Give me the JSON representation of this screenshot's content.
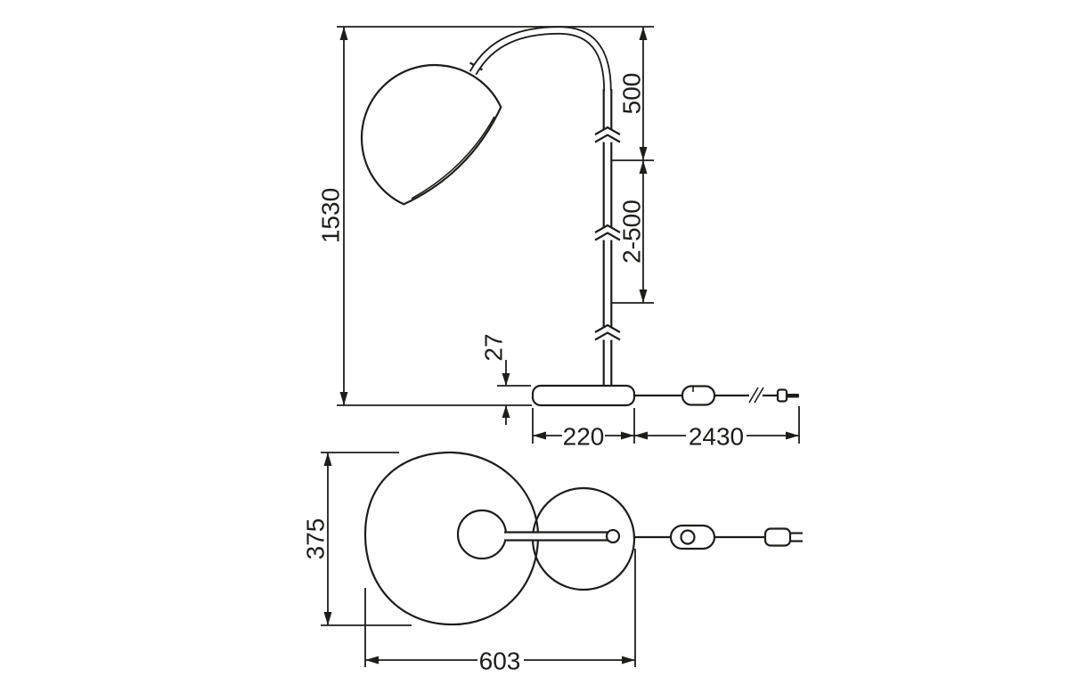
{
  "drawing": {
    "type": "technical dimension drawing",
    "subject": "curved gooseneck table/floor lamp, side elevation and top plan view",
    "line_color": "#1d1d1b",
    "background_color": "#ffffff"
  },
  "views": {
    "side": {
      "dimensions": {
        "total_height": "1530",
        "upper_section": "500",
        "adjustable_section": "2-500",
        "base_height": "27",
        "base_diameter": "220",
        "cable_length": "2430"
      }
    },
    "top": {
      "dimensions": {
        "shade_diameter": "375",
        "overall_width": "603"
      }
    }
  }
}
